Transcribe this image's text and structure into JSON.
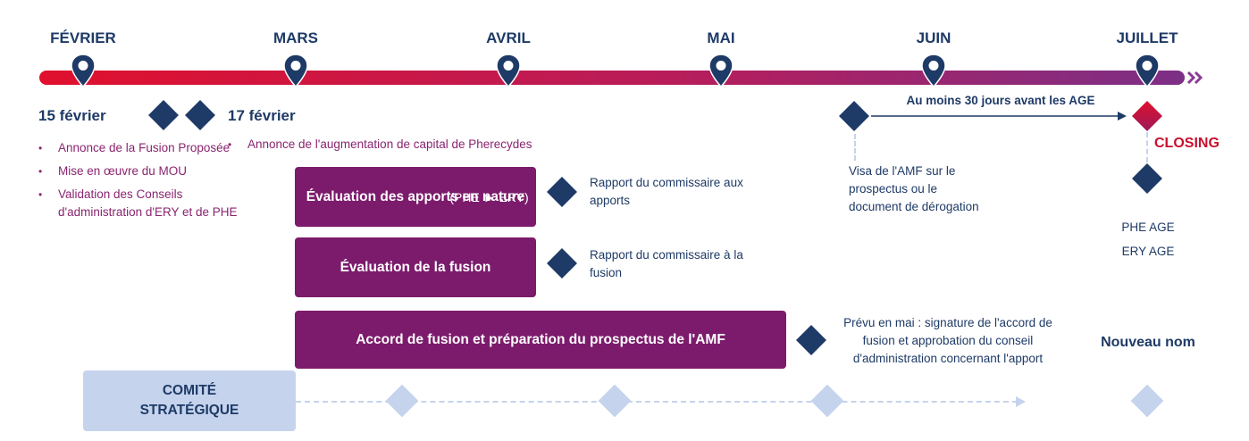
{
  "timeline": {
    "months": [
      "FÉVRIER",
      "MARS",
      "AVRIL",
      "MAI",
      "JUIN",
      "JUILLET"
    ],
    "colors": {
      "start": "#e0102d",
      "end": "#7c2f86",
      "navy": "#1e3a66",
      "purple": "#7c1b6c",
      "light": "#c5d3ed"
    }
  },
  "feb15": {
    "date": "15 février",
    "bullets": [
      "Annonce de la Fusion Proposée",
      "Mise en œuvre du MOU",
      "Validation des Conseils d'administration d'ERY et de PHE"
    ]
  },
  "feb17": {
    "date": "17 février",
    "bullet": "Annonce de l'augmentation de capital de Pherecydes"
  },
  "workstreams": {
    "eval_apports": {
      "title": "Évaluation des apports en nature",
      "suffix": "(PHE ► ERY)"
    },
    "eval_fusion": {
      "title": "Évaluation de la fusion"
    },
    "accord": {
      "title": "Accord de fusion et préparation du prospectus de l'AMF"
    }
  },
  "notes": {
    "rapport_apports": "Rapport du commissaire aux apports",
    "rapport_fusion": "Rapport du commissaire à la fusion",
    "prevu_mai": "Prévu en mai : signature de l'accord de fusion et approbation du conseil d'administration concernant l'apport",
    "visa_amf": "Visa de l'AMF sur le prospectus ou le document de dérogation",
    "thirty_days": "Au moins 30 jours avant les AGE",
    "closing": "CLOSING",
    "phe_age": "PHE AGE",
    "ery_age": "ERY AGE",
    "nouveau_nom": "Nouveau nom"
  },
  "comite": {
    "label": "COMITÉ STRATÉGIQUE"
  }
}
